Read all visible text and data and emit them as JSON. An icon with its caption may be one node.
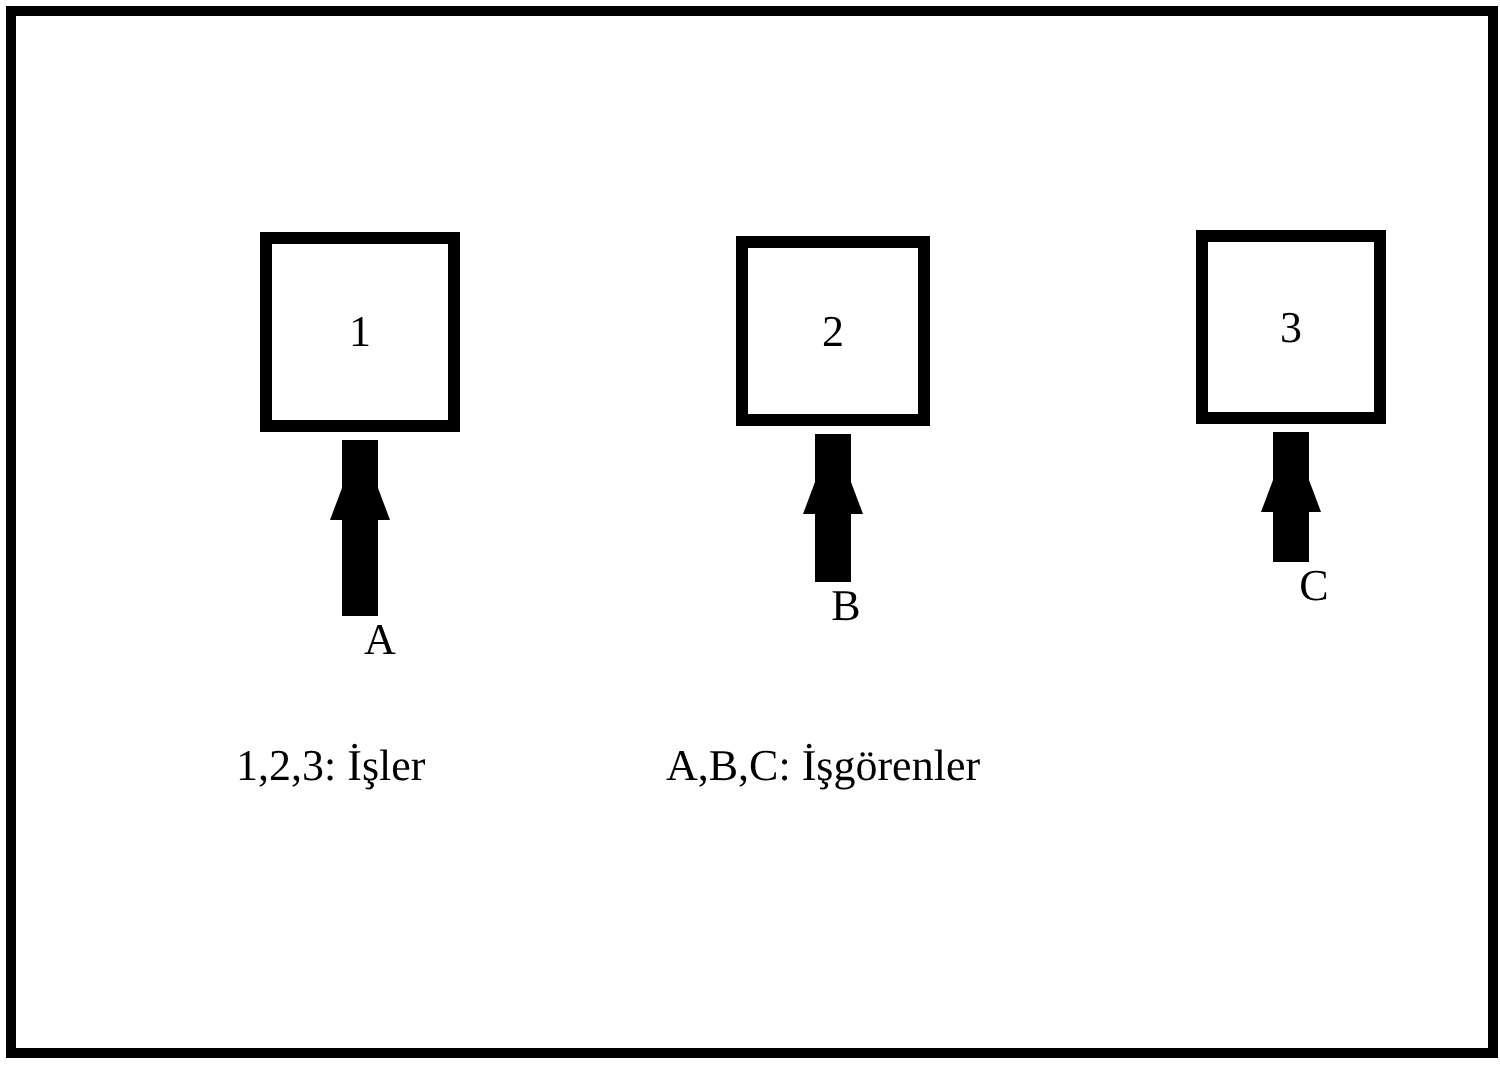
{
  "diagram": {
    "nodes": [
      {
        "text": [
          "1"
        ]
      },
      {
        "text": [
          "2"
        ]
      },
      {
        "text": [
          "3"
        ]
      },
      {
        "text": [
          "A"
        ]
      },
      {
        "text": [
          "B"
        ]
      },
      {
        "text": [
          "C"
        ]
      }
    ],
    "edges": [
      {
        "from": 3,
        "to": 0,
        "arrow": "to"
      },
      {
        "from": 4,
        "to": 1,
        "arrow": "to"
      },
      {
        "from": 5,
        "to": 2,
        "arrow": "to"
      }
    ],
    "labels": [
      "1,2,3: İşler",
      "A,B,C: İşgörenler"
    ]
  }
}
